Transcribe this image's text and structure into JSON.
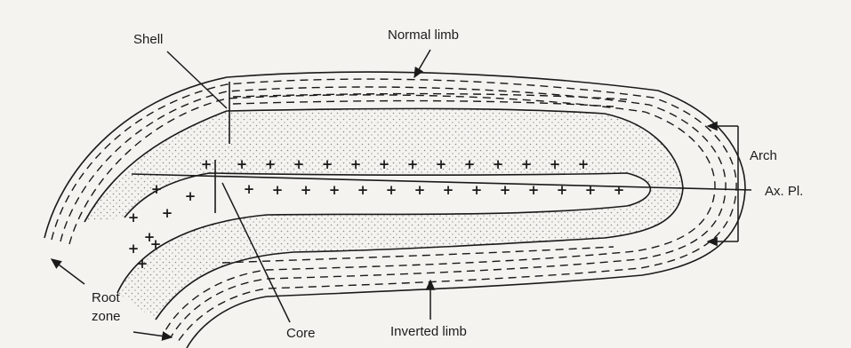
{
  "labels": {
    "shell": "Shell",
    "normal_limb": "Normal limb",
    "arch": "Arch",
    "axial_plane": "Ax. Pl.",
    "root": "Root",
    "zone": "zone",
    "core": "Core",
    "inverted_limb": "Inverted limb"
  },
  "core_symbol": "+",
  "colors": {
    "line": "#1a1a1a",
    "stipple": "#8a8a8a",
    "background": "#f4f3ef"
  }
}
